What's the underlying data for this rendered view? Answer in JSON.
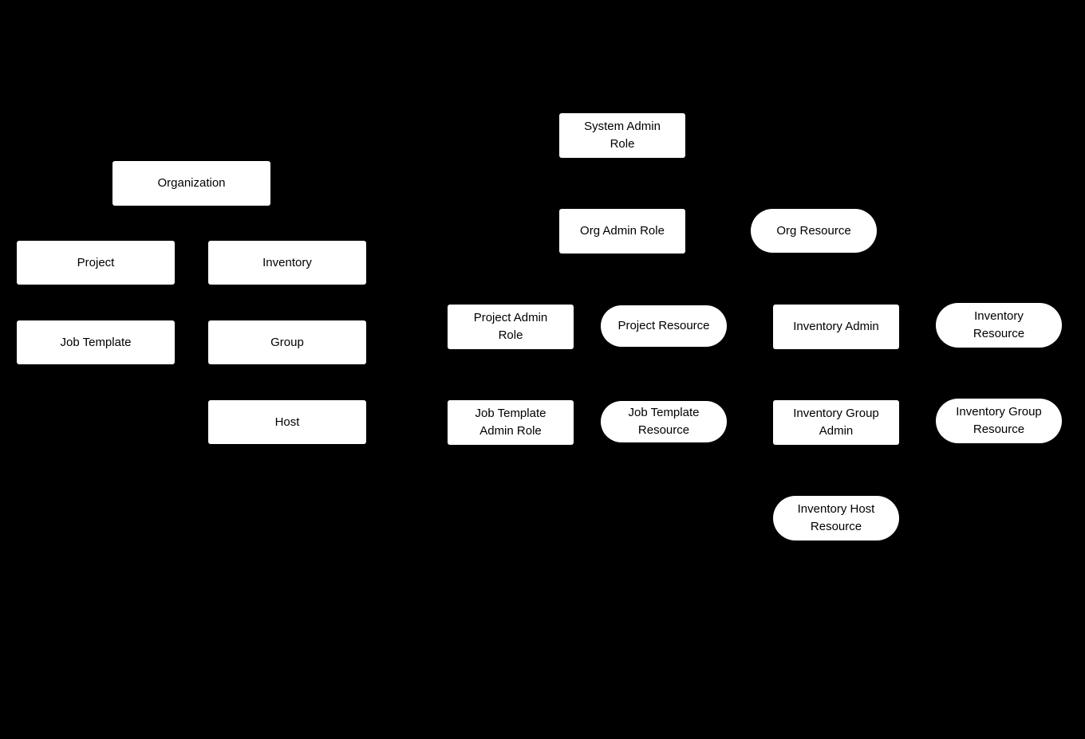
{
  "diagram": {
    "colors": {
      "background": "#000000",
      "node_fill": "#ffffff",
      "node_text": "#000000"
    },
    "nodes": [
      {
        "id": "organization",
        "shape": "rect",
        "label": "Organization"
      },
      {
        "id": "project",
        "shape": "rect",
        "label": "Project"
      },
      {
        "id": "inventory",
        "shape": "rect",
        "label": "Inventory"
      },
      {
        "id": "job-template",
        "shape": "rect",
        "label": "Job Template"
      },
      {
        "id": "group",
        "shape": "rect",
        "label": "Group"
      },
      {
        "id": "host",
        "shape": "rect",
        "label": "Host"
      },
      {
        "id": "system-admin-role",
        "shape": "rect",
        "label": "System Admin\nRole"
      },
      {
        "id": "org-admin-role",
        "shape": "rect",
        "label": "Org Admin Role"
      },
      {
        "id": "org-resource",
        "shape": "pill",
        "label": "Org Resource"
      },
      {
        "id": "project-admin-role",
        "shape": "rect",
        "label": "Project Admin\nRole"
      },
      {
        "id": "project-resource",
        "shape": "pill",
        "label": "Project Resource"
      },
      {
        "id": "inventory-admin",
        "shape": "rect",
        "label": "Inventory Admin"
      },
      {
        "id": "inventory-resource",
        "shape": "pill",
        "label": "Inventory\nResource"
      },
      {
        "id": "job-template-admin-role",
        "shape": "rect",
        "label": "Job Template\nAdmin Role"
      },
      {
        "id": "job-template-resource",
        "shape": "pill",
        "label": "Job Template\nResource"
      },
      {
        "id": "inventory-group-admin",
        "shape": "rect",
        "label": "Inventory Group\nAdmin"
      },
      {
        "id": "inventory-group-resource",
        "shape": "pill",
        "label": "Inventory Group\nResource"
      },
      {
        "id": "inventory-host-resource",
        "shape": "pill",
        "label": "Inventory Host\nResource"
      }
    ]
  }
}
